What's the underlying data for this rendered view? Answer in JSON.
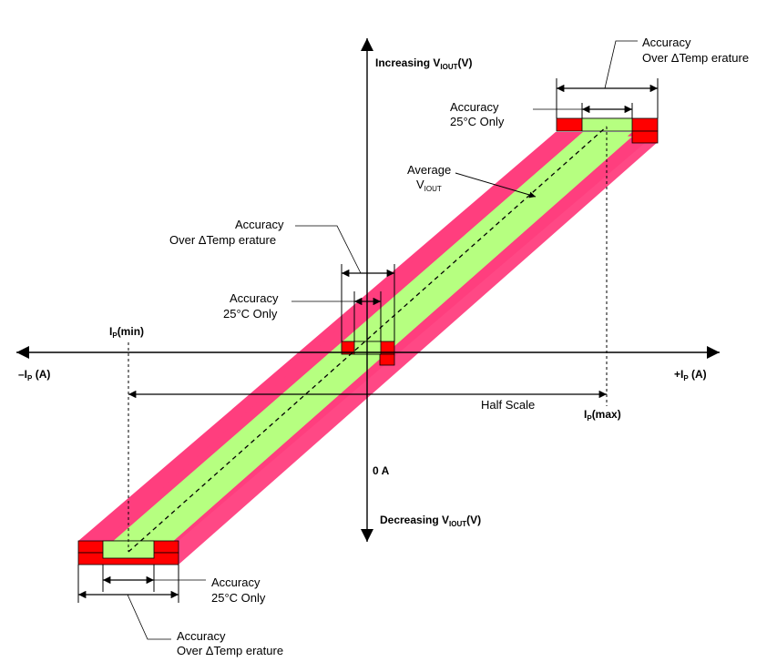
{
  "colors": {
    "outer_band": "#ff3e7e",
    "inner_band": "#b6ff80",
    "error_box": "#ff0000",
    "line": "#000000"
  },
  "axes": {
    "y_top_label": "Increasing V",
    "y_top_sub": "IOUT",
    "y_top_suffix": "(V)",
    "y_bottom_label": "Decreasing V",
    "y_bottom_sub": "IOUT",
    "y_bottom_suffix": "(V)",
    "x_left_label": "–I",
    "x_left_sub": "P",
    "x_left_suffix": " (A)",
    "x_right_label": "+I",
    "x_right_sub": "P",
    "x_right_suffix": " (A)",
    "origin_label": "0 A"
  },
  "markers": {
    "ip_min_main": "I",
    "ip_min_sub": "P",
    "ip_min_suffix": "(min)",
    "ip_max_main": "I",
    "ip_max_sub": "P",
    "ip_max_suffix": "(max)",
    "half_scale": "Half Scale"
  },
  "annotations": {
    "average_line1": "Average",
    "average_line2_main": "V",
    "average_line2_sub": "IOUT",
    "top_temp_line1": "Accuracy",
    "top_temp_line2": "Over ΔTemp erature",
    "top_25_line1": "Accuracy",
    "top_25_line2": "25°C Only",
    "mid_temp_line1": "Accuracy",
    "mid_temp_line2": "Over ΔTemp erature",
    "mid_25_line1": "Accuracy",
    "mid_25_line2": "25°C Only",
    "bot_25_line1": "Accuracy",
    "bot_25_line2": "25°C Only",
    "bot_temp_line1": "Accuracy",
    "bot_temp_line2": "Over ΔTemp erature"
  }
}
